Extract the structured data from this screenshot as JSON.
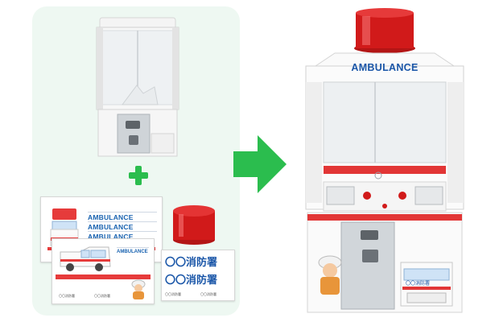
{
  "left": {
    "sticker_sheet_1": {
      "lines": [
        "AMBULANCE",
        "AMBULANCE",
        "AMBULANCE"
      ]
    },
    "sticker_sheet_2": {
      "badge": "AMBULANCE",
      "bottom_labels": [
        "〇〇消防署",
        "〇〇消防署"
      ]
    },
    "label_card": {
      "lines": [
        "〇〇消防署",
        "〇〇消防署"
      ],
      "small_labels": [
        "〇〇消防署",
        "〇〇消防署"
      ]
    }
  },
  "right": {
    "banner": "AMBULANCE",
    "mini_van_label": "〇〇消防署"
  },
  "colors": {
    "panel_bg": "#eef8f2",
    "plus": "#2bbd4e",
    "arrow": "#2bbd4e",
    "siren_red": "#d11a1a",
    "text_blue": "#1a56a8"
  }
}
